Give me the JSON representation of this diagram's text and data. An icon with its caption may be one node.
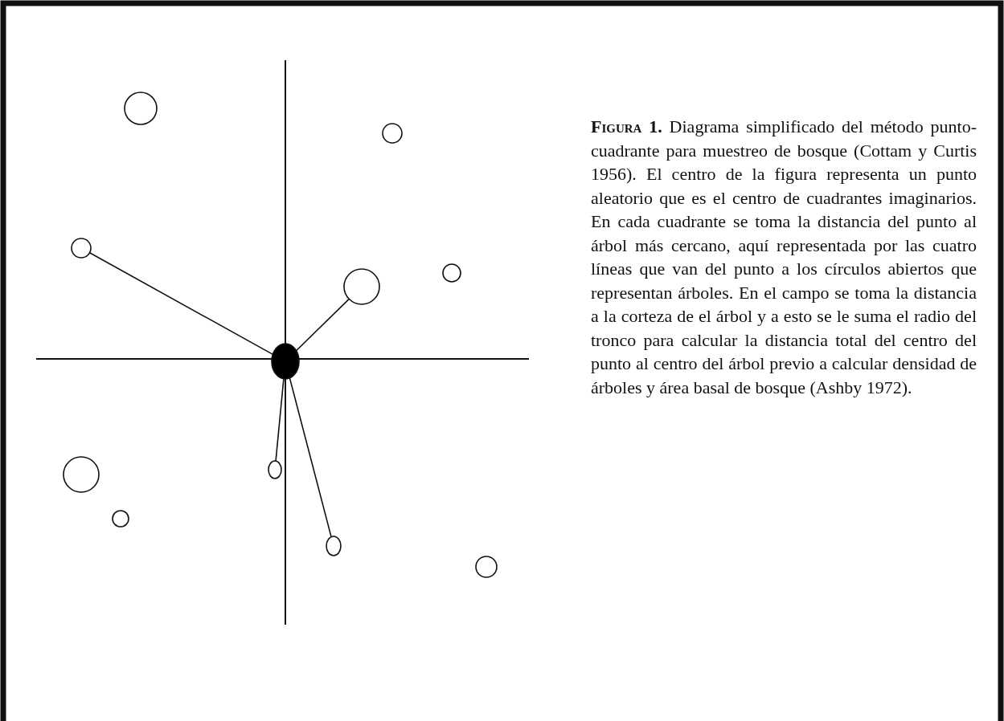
{
  "diagram": {
    "caption": "**Figura 1.** Diagrama simplificado del método punto-cuadrante para muestreo de bosque (Cottam y Curtis 1956). El centro de la figura representa un punto aleatorio que es el centro de cuadrantes imaginarios. En cada cuadrante se toma la distancia del punto al árbol más cercano, aquí representada por las cuatro líneas que van del punto a los círculos abiertos que representan árboles. En el campo se toma la distancia a la corteza de el árbol y a esto se le suma el radio del tronco para calcular la distancia total del centro del punto al centro del árbol previo a calcular densidad de árboles y área basal de bosque (Ashby 1972).",
    "nodes": [
      {
        "text": [],
        "shape": "circle"
      },
      {
        "text": [],
        "shape": "circle"
      },
      {
        "text": [],
        "shape": "circle"
      },
      {
        "text": [],
        "shape": "circle"
      },
      {
        "text": [],
        "shape": "circle"
      },
      {
        "text": [],
        "shape": "circle"
      },
      {
        "text": [],
        "shape": "circle"
      },
      {
        "text": [],
        "shape": "circle"
      },
      {
        "text": [],
        "shape": "circle"
      },
      {
        "text": [],
        "shape": "circle"
      },
      {
        "text": [],
        "shape": "circle"
      }
    ],
    "edges": [
      {
        "from": 5,
        "to": 2,
        "arrow": "none"
      },
      {
        "from": 5,
        "to": 4,
        "arrow": "none"
      },
      {
        "from": 5,
        "to": 6,
        "arrow": "none"
      },
      {
        "from": 5,
        "to": 9,
        "arrow": "none"
      }
    ]
  }
}
